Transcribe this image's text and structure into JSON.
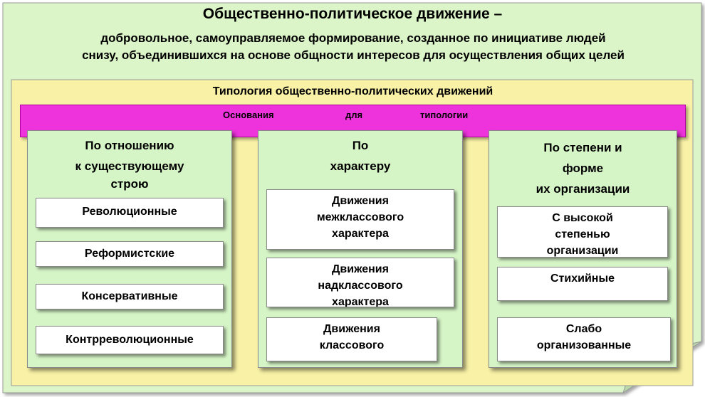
{
  "header": {
    "title": "Общественно-политическое движение –",
    "definition_line1": "добровольное, самоуправляемое формирование, созданное по инициативе людей",
    "definition_line2": "снизу, объединившихся на основе общности интересов для осуществления общих целей"
  },
  "typology": {
    "title": "Типология общественно-политических  движений",
    "basis_word1": "Основания",
    "basis_word2": "для",
    "basis_word3": "типологии"
  },
  "columns": [
    {
      "heading_lines": [
        "По отношению",
        "к существующему",
        "строю"
      ],
      "items": [
        "Революционные",
        "Реформистские",
        "Консервативные",
        "Контрреволюционные"
      ]
    },
    {
      "heading_lines": [
        "По",
        "характеру"
      ],
      "items": [
        {
          "lines": [
            "Движения",
            "межклассового",
            "характера"
          ]
        },
        {
          "lines": [
            "Движения",
            "надклассового",
            "характера"
          ]
        },
        {
          "lines": [
            "Движения",
            "классового"
          ]
        }
      ]
    },
    {
      "heading_lines": [
        "По степени и",
        "форме",
        "их организации"
      ],
      "items": [
        {
          "lines": [
            "С высокой",
            "степенью",
            "организации"
          ]
        },
        {
          "lines": [
            "Стихийные"
          ]
        },
        {
          "lines": [
            "Слабо",
            "организованные"
          ]
        }
      ]
    }
  ],
  "colors": {
    "outer_bg": "#dcf5c8",
    "yellow_panel": "#f8f1a6",
    "magenta_bar": "#ee33dd",
    "column_bg": "#d6f5c7",
    "border": "#8a8a8a"
  }
}
